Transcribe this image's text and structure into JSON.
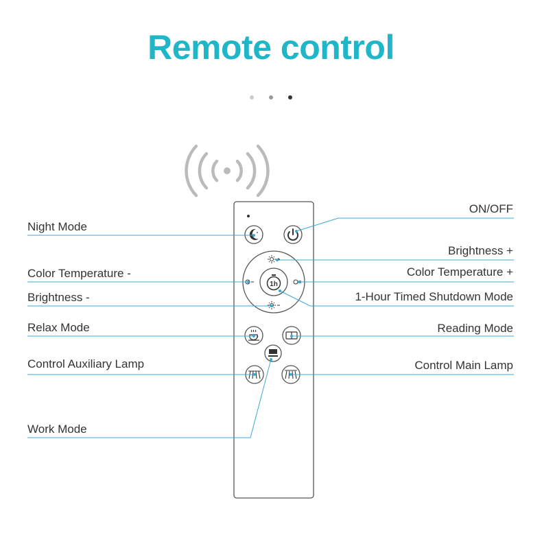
{
  "title": "Remote control",
  "pagination": {
    "count": 3,
    "active_index": 2
  },
  "colors": {
    "accent": "#1fb6c8",
    "leader_line": "#3aa9d6",
    "text": "#333333",
    "remote_outline": "#555555",
    "signal_waves": "#bbbbbb",
    "dot_inactive": "#cccccc",
    "dot_mid": "#999999",
    "dot_active": "#333333"
  },
  "labels": {
    "night_mode": "Night Mode",
    "on_off": "ON/OFF",
    "brightness_plus": "Brightness +",
    "color_temp_minus": "Color Temperature -",
    "color_temp_plus": "Color Temperature +",
    "brightness_minus": "Brightness -",
    "timed_shutdown": "1-Hour Timed Shutdown Mode",
    "relax_mode": "Relax Mode",
    "reading_mode": "Reading Mode",
    "aux_lamp": "Control Auxiliary Lamp",
    "main_lamp": "Control Main Lamp",
    "work_mode": "Work Mode"
  },
  "remote": {
    "timer_button_text": "1h",
    "icons": [
      "moon-icon",
      "power-icon",
      "sun-plus-icon",
      "sun-minus-icon",
      "warm-minus-icon",
      "warm-plus-icon",
      "timer-icon",
      "coffee-cup-icon",
      "book-icon",
      "auxiliary-lamp-icon",
      "main-lamp-icon",
      "desk-lamp-icon",
      "wireless-signal-icon"
    ]
  }
}
